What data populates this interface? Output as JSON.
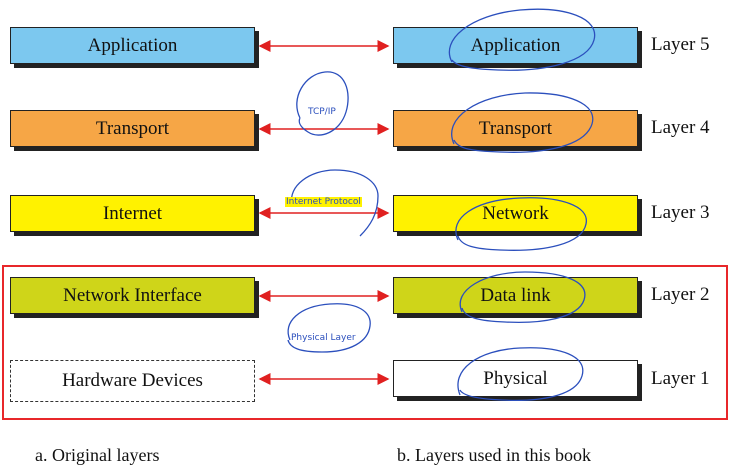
{
  "original_layers": [
    {
      "label": "Application",
      "color": "#7cc8ef"
    },
    {
      "label": "Transport",
      "color": "#f6a646"
    },
    {
      "label": "Internet",
      "color": "#fff200"
    },
    {
      "label": "Network Interface",
      "color": "#cfd519"
    },
    {
      "label": "Hardware Devices",
      "color": "#ffffff"
    }
  ],
  "book_layers": [
    {
      "label": "Application",
      "color": "#7cc8ef"
    },
    {
      "label": "Transport",
      "color": "#f6a646"
    },
    {
      "label": "Network",
      "color": "#fff200"
    },
    {
      "label": "Data link",
      "color": "#cfd519"
    },
    {
      "label": "Physical",
      "color": "#ffffff"
    }
  ],
  "layer_numbers": [
    "Layer 5",
    "Layer 4",
    "Layer 3",
    "Layer 2",
    "Layer 1"
  ],
  "handwritten_notes": [
    "TCP/IP",
    "Internet Protocol",
    "Physical Layer"
  ],
  "captions": {
    "left": "a. Original layers",
    "right": "b. Layers used in this book"
  },
  "colors": {
    "arrow": "#e02020",
    "highlight_border": "#e8272a",
    "ink": "#2b4fbd"
  }
}
